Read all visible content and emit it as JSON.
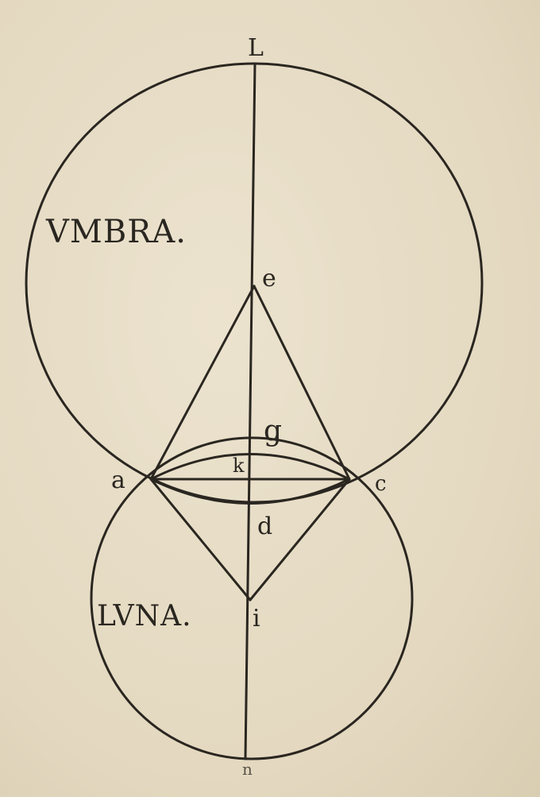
{
  "diagram": {
    "title_labels": {
      "shadow": "VMBRA.",
      "moon": "LVNA."
    },
    "points": {
      "top": "L",
      "e": "e",
      "g": "g",
      "k": "k",
      "a": "a",
      "c": "c",
      "d": "d",
      "i": "i",
      "bottom": "n"
    },
    "colors": {
      "paper": "#e6dcc6",
      "ink": "#2a2620"
    }
  }
}
